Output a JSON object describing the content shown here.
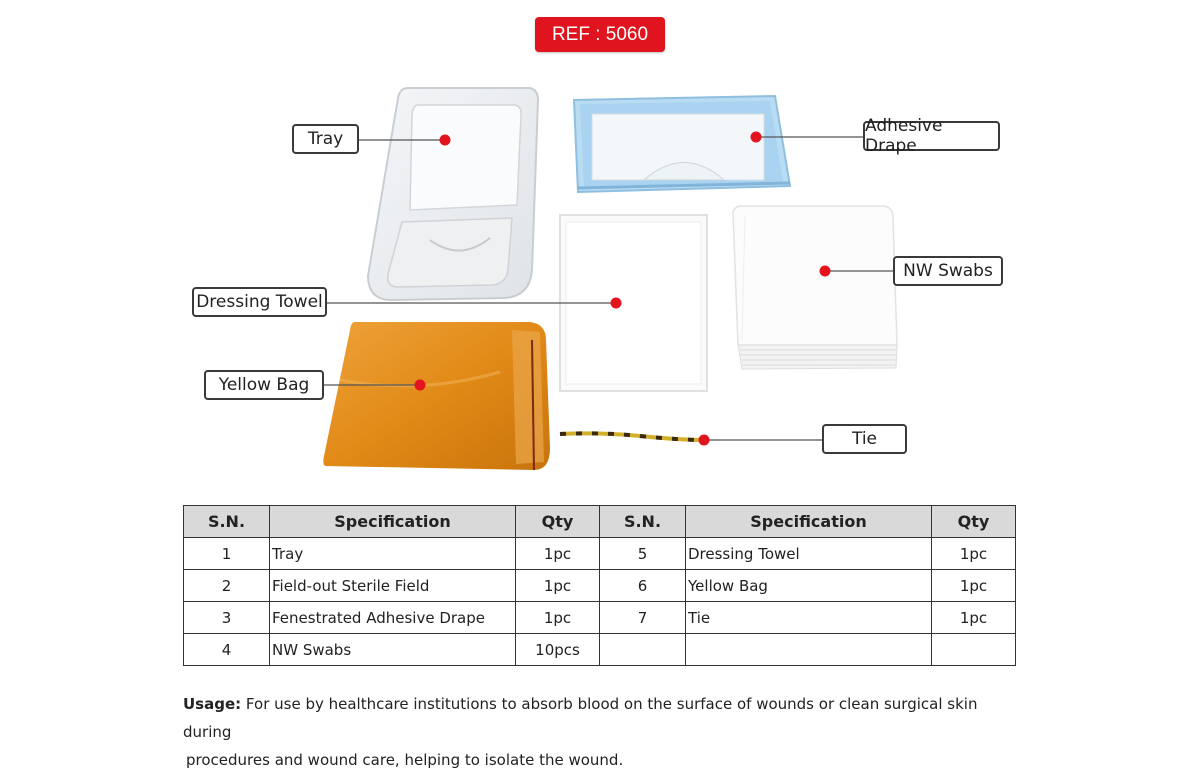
{
  "ref_label": "REF : 5060",
  "colors": {
    "ref_badge": "#e0141e",
    "marker": "#e3141e",
    "drape_blue": "#a9d3f0",
    "bag_orange": "#e58f1c",
    "table_header": "#d9d9d9"
  },
  "callouts": {
    "tray": "Tray",
    "adhesive_drape": "Adhesive Drape",
    "nw_swabs": "NW Swabs",
    "dressing_towel": "Dressing Towel",
    "yellow_bag": "Yellow Bag",
    "tie": "Tie"
  },
  "table": {
    "headers": [
      "S.N.",
      "Specification",
      "Qty",
      "S.N.",
      "Specification",
      "Qty"
    ],
    "rows": [
      [
        "1",
        "Tray",
        "1pc",
        "5",
        "Dressing Towel",
        "1pc"
      ],
      [
        "2",
        "Field-out Sterile Field",
        "1pc",
        "6",
        "Yellow Bag",
        "1pc"
      ],
      [
        "3",
        "Fenestrated Adhesive Drape",
        "1pc",
        "7",
        "Tie",
        "1pc"
      ],
      [
        "4",
        "NW Swabs",
        "10pcs",
        "",
        "",
        ""
      ]
    ]
  },
  "usage": {
    "label": "Usage:",
    "text_line1": "For use by healthcare institutions to absorb blood on the surface of wounds or clean surgical skin during",
    "text_line2": "procedures and wound care, helping to isolate the wound."
  }
}
